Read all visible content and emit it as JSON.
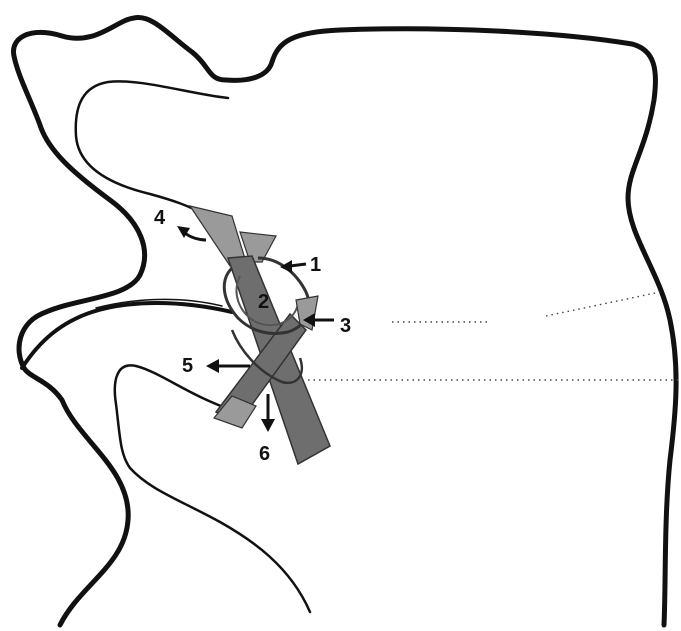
{
  "labels": {
    "l1": "1",
    "l2": "2",
    "l3": "3",
    "l4": "4",
    "l5": "5",
    "l6": "6"
  },
  "colors": {
    "ink": "#111111",
    "ligament": "#6e6e6e",
    "ligament_light": "#9a9a9a",
    "background": "#ffffff"
  }
}
